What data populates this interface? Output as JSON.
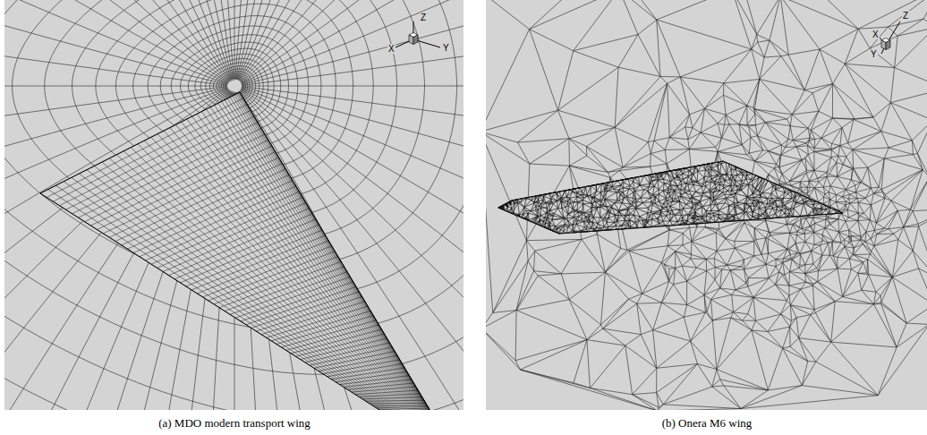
{
  "diagram": {
    "labels": [
      "Z",
      "X",
      "Y",
      "Z",
      "X",
      "Y",
      "(a) MDO modern transport wing",
      "(b) Onera M6 wing"
    ]
  }
}
